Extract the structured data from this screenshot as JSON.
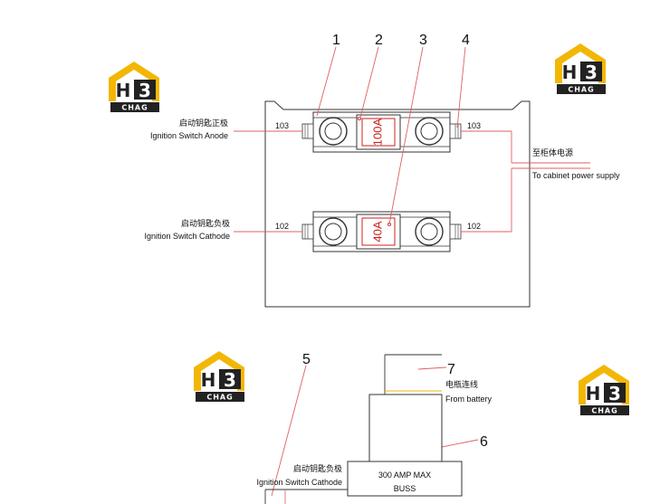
{
  "callouts": [
    "1",
    "2",
    "3",
    "4",
    "5",
    "6",
    "7"
  ],
  "fuse_top": {
    "rating": "100A"
  },
  "fuse_bottom": {
    "rating": "40A"
  },
  "wires": {
    "top_left": "103",
    "top_right": "103",
    "bottom_left": "102",
    "bottom_right": "102"
  },
  "labels": {
    "anode_cn": "启动钥匙正极",
    "anode_en": "Ignition Switch Anode",
    "cathode_cn": "启动钥匙负极",
    "cathode_en": "Ignition Switch Cathode",
    "cabinet_cn": "至柜体电源",
    "cabinet_en": "To cabinet power supply",
    "battery_cn": "电瓶连线",
    "battery_en": "From battery",
    "cathode2_cn": "启动钥匙负极",
    "cathode2_en": "Ignition Switch Cathode",
    "buss_line1": "300 AMP MAX",
    "buss_line2": "BUSS"
  },
  "logo": {
    "letter_h": "H",
    "letter_3": "3",
    "wordmark": "CHAG"
  },
  "colors": {
    "logo_yellow": "#f2b705",
    "logo_dark": "#222222",
    "wire_red": "#e06060",
    "fuse_red": "#cc2222"
  }
}
